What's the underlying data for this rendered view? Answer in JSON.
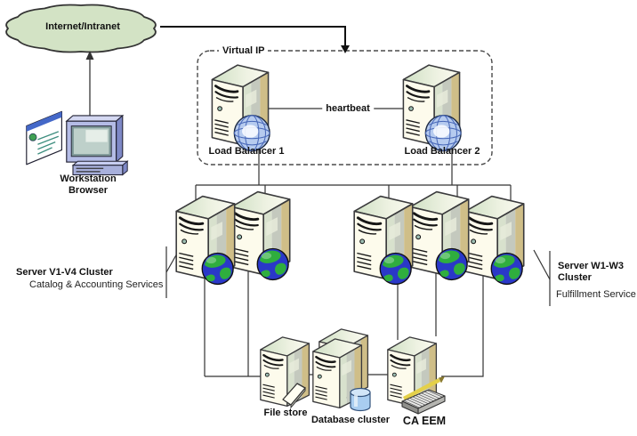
{
  "nodes": {
    "cloud": {
      "label": "Internet/Intranet"
    },
    "workstation": {
      "label_line1": "Workstation",
      "label_line2": "Browser"
    },
    "virtual_ip_group": {
      "label": "Virtual IP"
    },
    "load_balancer_1": {
      "label": "Load Balancer 1"
    },
    "load_balancer_2": {
      "label": "Load Balancer 2"
    },
    "heartbeat_link": {
      "label": "heartbeat"
    },
    "v_cluster": {
      "title": "Server V1-V4 Cluster",
      "subtitle": "Catalog & Accounting Services",
      "servers_drawn": 2
    },
    "w_cluster": {
      "title_line1": "Server W1-W3",
      "title_line2": "Cluster",
      "subtitle": "Fulfillment Service",
      "servers_drawn": 3
    },
    "file_store": {
      "label": "File store"
    },
    "database_cluster": {
      "label": "Database cluster",
      "servers_drawn": 2
    },
    "ca_eem": {
      "label": "CA EEM"
    }
  },
  "icons": {
    "cloud-icon": "scalloped network cloud",
    "workstation-icon": "desktop computer with browser page",
    "server-tower-icon": "beige tower server",
    "earth-globe-icon": "globe with green continents",
    "wireframe-globe-icon": "blue wireframe globe (load balancer)",
    "document-icon": "file page",
    "database-cylinder-icon": "blue database cylinder",
    "keyboard-icon": "keyboard with pencil"
  },
  "colors": {
    "cloud_fill": "#d3e3c5",
    "server_front": "#fdfbec",
    "server_side_green": "#d8e1cd",
    "server_side_gray": "#c4c9be",
    "server_side_tan": "#cfbe88",
    "earth_ocean": "#2a38c8",
    "earth_land": "#2fae3e",
    "lb_globe_fill": "#b6cbef",
    "lb_globe_line": "#4868b8",
    "monitor_fill": "#b4bce6",
    "cylinder_fill": "#a9cdf0",
    "line_color": "#333333",
    "text_color": "#111111"
  }
}
